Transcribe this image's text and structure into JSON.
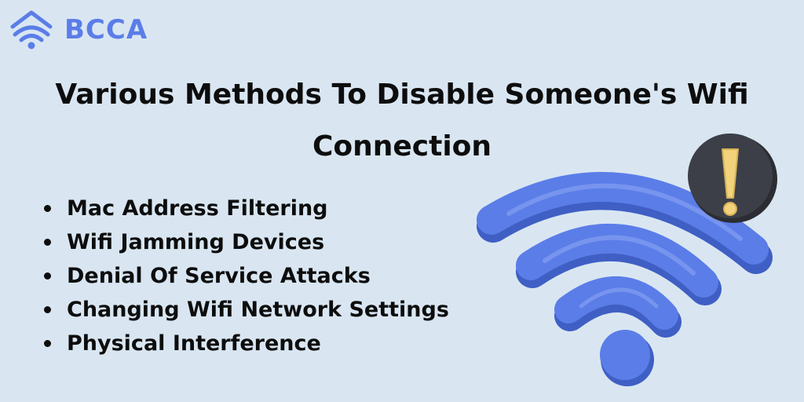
{
  "brand": {
    "name": "BCCA",
    "logo_icon": "home-wifi-icon",
    "color": "#5b7de8"
  },
  "title": {
    "line1": "Various Methods To Disable Someone's Wifi",
    "line2": "Connection"
  },
  "methods": [
    "Mac Address Filtering",
    "Wifi Jamming Devices",
    "Denial Of Service Attacks",
    "Changing Wifi Network Settings",
    "Physical Interference"
  ],
  "illustration": {
    "wifi_icon": "wifi-icon",
    "warning_icon": "exclamation-warning-icon",
    "wifi_color": "#5b7de8",
    "warning_badge_color": "#3c3f47",
    "warning_mark_color": "#f2d27a"
  },
  "colors": {
    "background": "#d9e6f2",
    "text": "#0d0d0d"
  }
}
